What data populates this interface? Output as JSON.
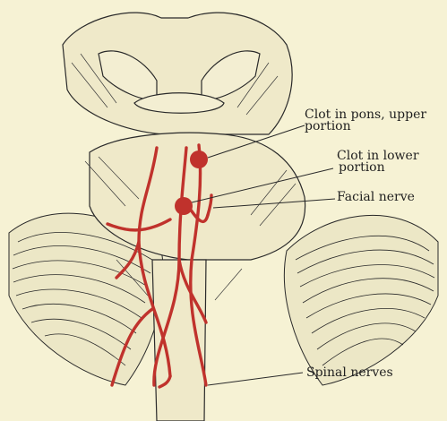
{
  "figure": {
    "background": "#f6f2d4",
    "ink_color": "#2a2a2a",
    "lesion_color": "#c0322c"
  },
  "labels": {
    "clot_upper_line1": "Clot in pons, upper",
    "clot_upper_line2": "portion",
    "clot_lower_line1": "Clot in lower",
    "clot_lower_line2": "portion",
    "facial_nerve": "Facial nerve",
    "spinal_nerves": "Spinal nerves"
  }
}
